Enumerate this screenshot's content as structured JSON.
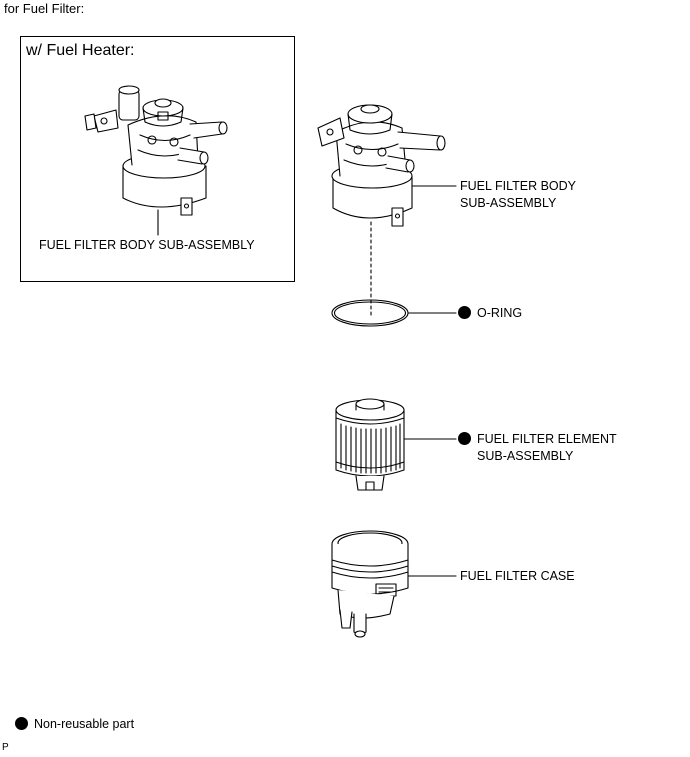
{
  "header": {
    "text": "for Fuel Filter:"
  },
  "inset": {
    "title": "w/ Fuel Heater:",
    "part_label": "FUEL FILTER BODY SUB-ASSEMBLY"
  },
  "parts": [
    {
      "id": "body",
      "lines": [
        "FUEL FILTER BODY",
        "SUB-ASSEMBLY"
      ],
      "non_reusable": false
    },
    {
      "id": "oring",
      "lines": [
        "O-RING"
      ],
      "non_reusable": true
    },
    {
      "id": "element",
      "lines": [
        "FUEL FILTER ELEMENT",
        "SUB-ASSEMBLY"
      ],
      "non_reusable": true
    },
    {
      "id": "case",
      "lines": [
        "FUEL FILTER CASE"
      ],
      "non_reusable": false
    }
  ],
  "legend": {
    "text": "Non-reusable part",
    "icon": "filled-circle"
  },
  "footer": {
    "code": "P"
  }
}
